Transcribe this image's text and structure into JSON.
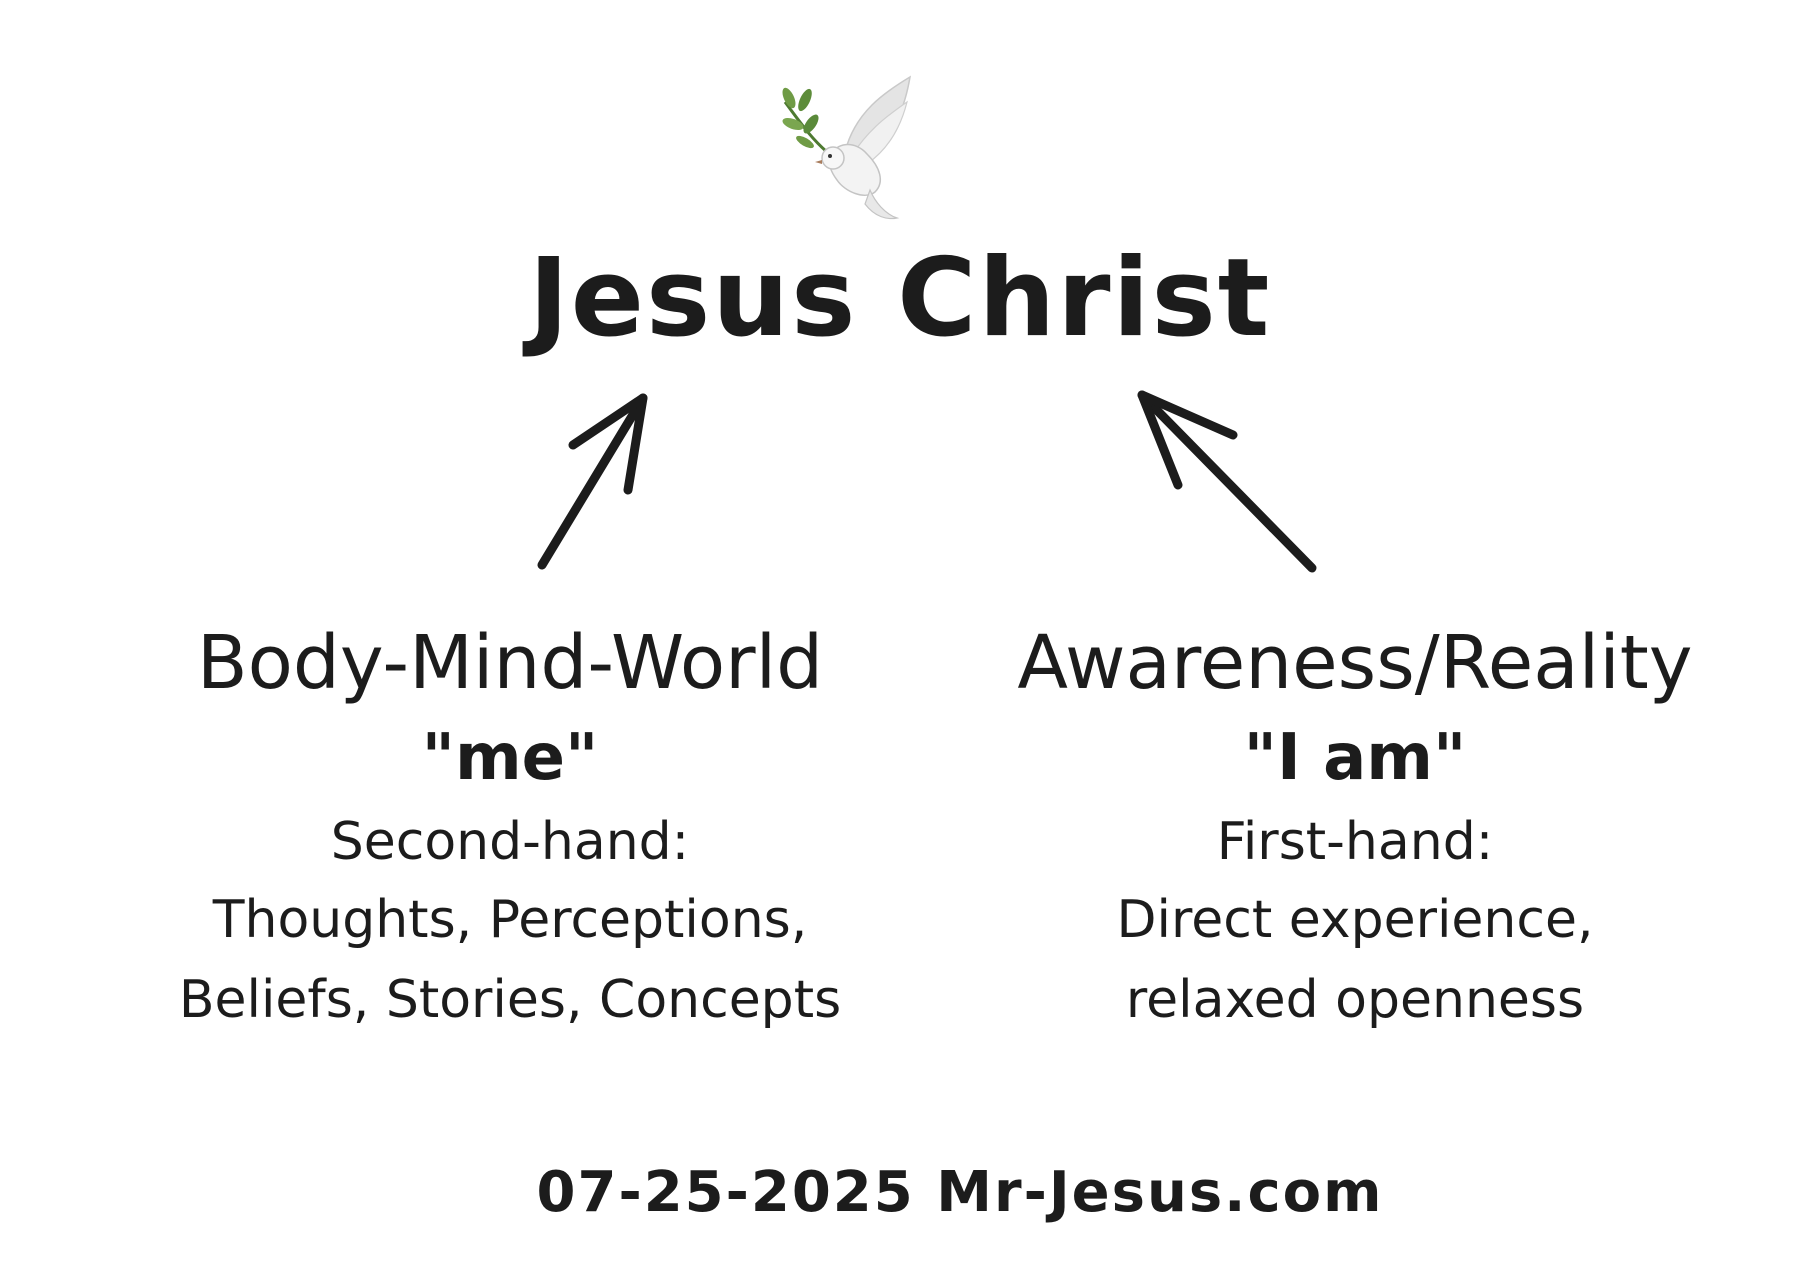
{
  "title": "Jesus Christ",
  "left": {
    "heading": "Body-Mind-World",
    "quote": "\"me\"",
    "subheading": "Second-hand:",
    "lines": [
      "Thoughts, Perceptions,",
      "Beliefs, Stories, Concepts"
    ]
  },
  "right": {
    "heading": "Awareness/Reality",
    "quote": "\"I am\"",
    "subheading": "First-hand:",
    "lines": [
      "Direct experience,",
      "relaxed openness"
    ]
  },
  "footer": "07-25-2025 Mr-Jesus.com",
  "icons": {
    "top": "dove-with-olive-branch-icon"
  },
  "colors": {
    "ink": "#1c1c1c",
    "background": "#ffffff",
    "leaf": "#5a8a3a"
  }
}
